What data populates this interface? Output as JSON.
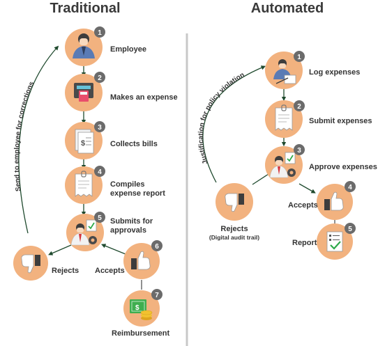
{
  "traditional": {
    "heading": "Traditional",
    "steps": [
      {
        "num": "1",
        "label": "Employee",
        "icon": "employee-icon"
      },
      {
        "num": "2",
        "label": "Makes an expense",
        "icon": "card-payment-icon"
      },
      {
        "num": "3",
        "label": "Collects bills",
        "icon": "bills-icon"
      },
      {
        "num": "4",
        "label_line1": "Compiles",
        "label_line2": "expense report",
        "icon": "receipt-icon"
      },
      {
        "num": "5",
        "label_line1": "Submits for",
        "label_line2": "approvals",
        "icon": "manager-approval-icon"
      },
      {
        "num": "6",
        "label": "Accepts",
        "icon": "thumbs-up-icon"
      },
      {
        "num": "7",
        "label": "Reimbursement",
        "icon": "money-icon"
      }
    ],
    "rejects_label": "Rejects",
    "arc_label": "Send to employee for corrections"
  },
  "automated": {
    "heading": "Automated",
    "steps": [
      {
        "num": "1",
        "label": "Log expenses",
        "icon": "log-expenses-icon"
      },
      {
        "num": "2",
        "label": "Submit expenses",
        "icon": "receipt-icon"
      },
      {
        "num": "3",
        "label": "Approve expenses",
        "icon": "manager-approval-icon"
      },
      {
        "num": "4",
        "label": "Accepts",
        "icon": "thumbs-up-icon"
      },
      {
        "num": "5",
        "label": "Report",
        "icon": "report-icon"
      }
    ],
    "rejects_label": "Rejects",
    "rejects_sublabel": "(Digital audit trail)",
    "arc_label": "Justification for policy violation"
  },
  "colors": {
    "circle": "#F2B27F",
    "badge": "#6B6B6B",
    "arrow": "#1F4A2E",
    "divider": "#C8C8C8",
    "text": "#333333"
  }
}
